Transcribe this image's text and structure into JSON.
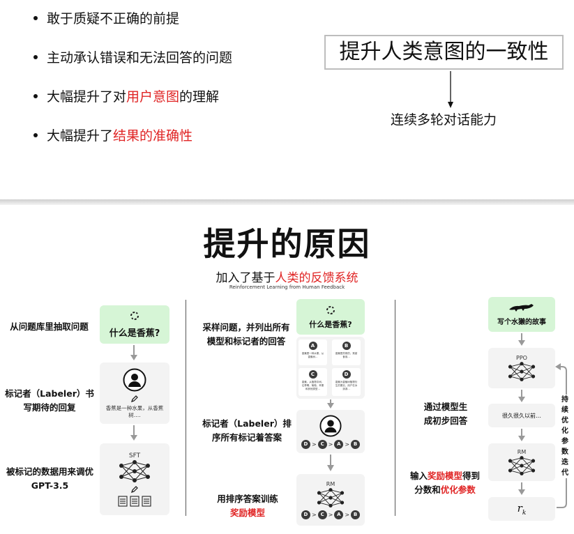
{
  "top": {
    "bullets": [
      {
        "plain": "敢于质疑不正确的前提",
        "hl": "",
        "tail": ""
      },
      {
        "plain": "主动承认错误和无法回答的问题",
        "hl": "",
        "tail": ""
      },
      {
        "plain": "大幅提升了对",
        "hl": "用户意图",
        "tail": "的理解"
      },
      {
        "plain": "大幅提升了",
        "hl": "结果的准确性",
        "tail": ""
      }
    ],
    "goal": "提升人类意图的一致性",
    "goal_sub": "连续多轮对话能力"
  },
  "bottom": {
    "title": "提升的原因",
    "subtitle_plain": "加入了基于",
    "subtitle_hl": "人类的反馈系统",
    "subtitle_en": "Reinforcement Learning from Human Feedback",
    "col1": {
      "step1": "从问题库里抽取问题",
      "prompt": "什么是香蕉?",
      "step2_line1": "标记者（Labeler）书",
      "step2_line2": "写期待的回复",
      "demo_line1": "香蕉是一种水果，从香蕉",
      "demo_line2": "树….",
      "step3_line1": "被标记的数据用来调优",
      "step3_line2": "GPT-3.5",
      "model": "SFT"
    },
    "col2": {
      "step1_line1": "采样问题，并列出所有",
      "step1_line2": "模型和标记者的回答",
      "prompt": "什么是香蕉?",
      "answers": [
        {
          "letter": "A",
          "text": "香蕉是一种水果，从香蕉树…"
        },
        {
          "letter": "B",
          "text": "香蕉是热带的，常被食用…"
        },
        {
          "letter": "C",
          "text": "香蕉，从植物中间，往草莓、葡萄、苹果和其他类型…"
        },
        {
          "letter": "D",
          "text": "香蕉为香蕉树植物衍生的果实，用户在冰淇淋…"
        }
      ],
      "step2_line1": "标记者（Labeler）排",
      "step2_line2": "序所有标记着答案",
      "ranking": [
        "D",
        "C",
        "A",
        "B"
      ],
      "step3_line1": "用排序答案训练",
      "step3_line2": "奖励模型",
      "model": "RM"
    },
    "col3": {
      "prompt": "写个水獭的故事",
      "ppo": "PPO",
      "output": "很久很久以前…",
      "rm": "RM",
      "reward": "r",
      "reward_sub": "k",
      "step1_line1": "通过模型生",
      "step1_line2": "成初步回答",
      "step2_pre": "输入",
      "step2_hl1": "奖励模型",
      "step2_mid": "得到",
      "step2_pre2": "分数和",
      "step2_hl2": "优化参数",
      "loop_label": "持续优化参数迭代"
    }
  },
  "colors": {
    "accent_red": "#e02424",
    "card_green": "#d6f5d6",
    "card_gray": "#f3f3f3"
  }
}
